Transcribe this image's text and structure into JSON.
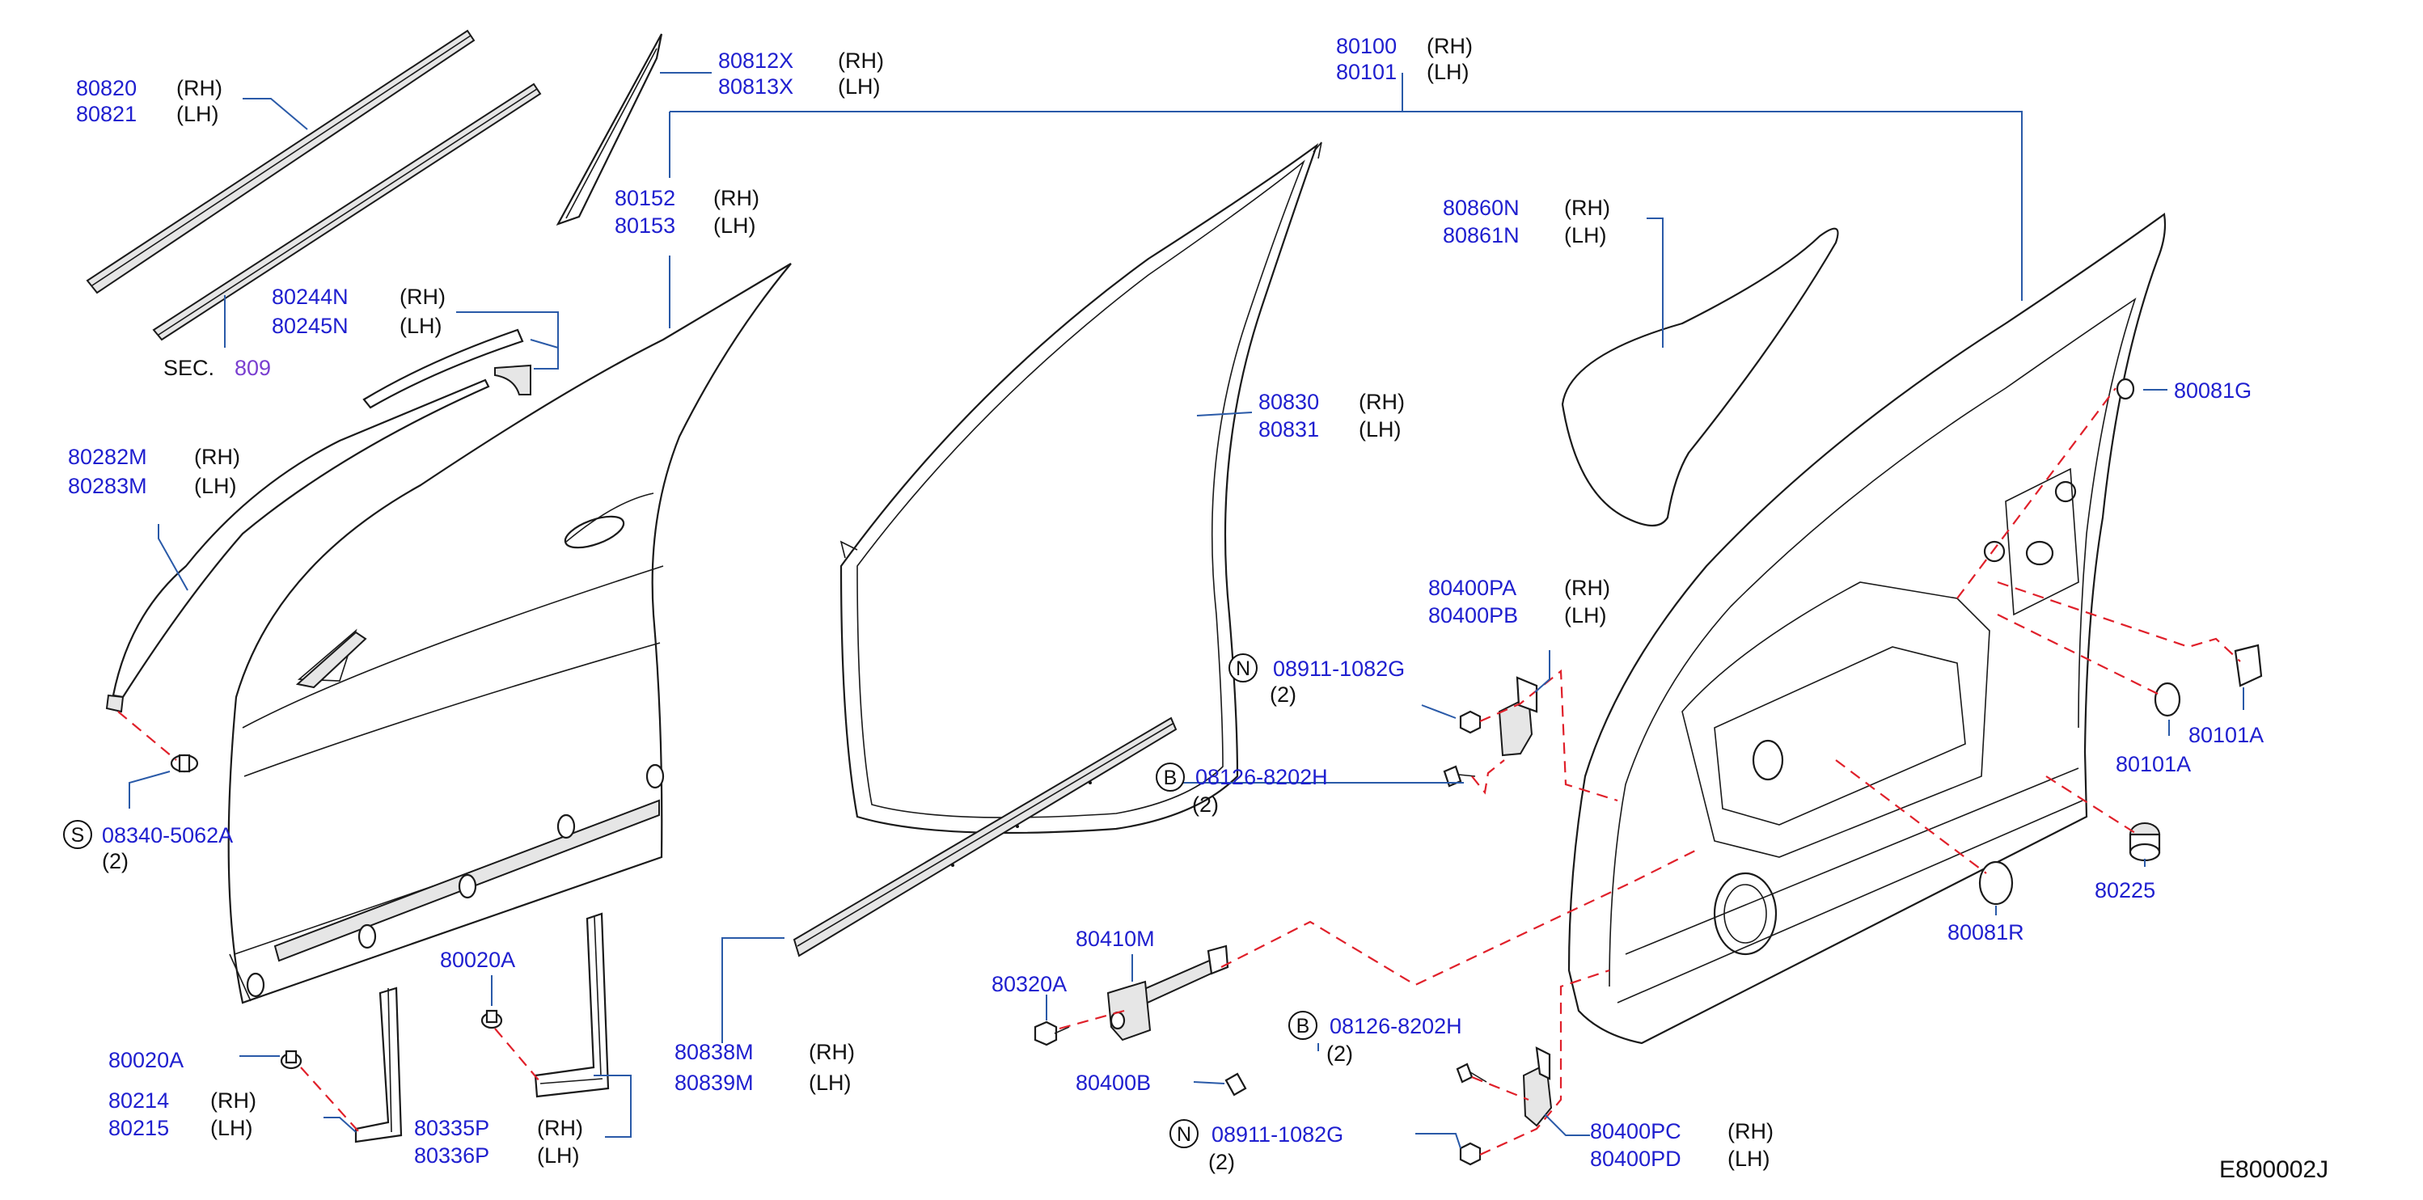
{
  "callouts": [
    {
      "id": "c1",
      "code": "80820",
      "side": "(RH)"
    },
    {
      "id": "c2",
      "code": "80821",
      "side": "(LH)"
    },
    {
      "id": "c3",
      "code": "80812X",
      "side": "(RH)"
    },
    {
      "id": "c4",
      "code": "80813X",
      "side": "(LH)"
    },
    {
      "id": "c5",
      "code": "80100",
      "side": "(RH)"
    },
    {
      "id": "c6",
      "code": "80101",
      "side": "(LH)"
    },
    {
      "id": "c7",
      "code": "80152",
      "side": "(RH)"
    },
    {
      "id": "c8",
      "code": "80153",
      "side": "(LH)"
    },
    {
      "id": "c9",
      "code": "80860N",
      "side": "(RH)"
    },
    {
      "id": "c10",
      "code": "80861N",
      "side": "(LH)"
    },
    {
      "id": "c11",
      "code": "80244N",
      "side": "(RH)"
    },
    {
      "id": "c12",
      "code": "80245N",
      "side": "(LH)"
    },
    {
      "id": "c13",
      "code": "80830",
      "side": "(RH)"
    },
    {
      "id": "c14",
      "code": "80831",
      "side": "(LH)"
    },
    {
      "id": "c15",
      "code": "80081G",
      "side": ""
    },
    {
      "id": "c16",
      "code": "80282M",
      "side": "(RH)"
    },
    {
      "id": "c17",
      "code": "80283M",
      "side": "(LH)"
    },
    {
      "id": "c18",
      "code": "80400PA",
      "side": "(RH)"
    },
    {
      "id": "c19",
      "code": "80400PB",
      "side": "(LH)"
    },
    {
      "id": "c20",
      "code": "08911-1082G",
      "side": "(2)",
      "badge": "N"
    },
    {
      "id": "c21",
      "code": "80101A",
      "side": ""
    },
    {
      "id": "c22",
      "code": "80101A",
      "side": ""
    },
    {
      "id": "c23",
      "code": "08126-8202H",
      "side": "(2)",
      "badge": "B"
    },
    {
      "id": "c24",
      "code": "08340-5062A",
      "side": "(2)",
      "badge": "S"
    },
    {
      "id": "c25",
      "code": "80225",
      "side": ""
    },
    {
      "id": "c26",
      "code": "80081R",
      "side": ""
    },
    {
      "id": "c27",
      "code": "80410M",
      "side": ""
    },
    {
      "id": "c28",
      "code": "80320A",
      "side": ""
    },
    {
      "id": "c29",
      "code": "80020A",
      "side": ""
    },
    {
      "id": "c30",
      "code": "80838M",
      "side": "(RH)"
    },
    {
      "id": "c31",
      "code": "80839M",
      "side": "(LH)"
    },
    {
      "id": "c32",
      "code": "08126-8202H",
      "side": "(2)",
      "badge": "B"
    },
    {
      "id": "c33",
      "code": "80020A",
      "side": ""
    },
    {
      "id": "c34",
      "code": "80214",
      "side": "(RH)"
    },
    {
      "id": "c35",
      "code": "80215",
      "side": "(LH)"
    },
    {
      "id": "c36",
      "code": "80400B",
      "side": ""
    },
    {
      "id": "c37",
      "code": "80335P",
      "side": "(RH)"
    },
    {
      "id": "c38",
      "code": "80336P",
      "side": "(LH)"
    },
    {
      "id": "c39",
      "code": "08911-1082G",
      "side": "(2)",
      "badge": "N"
    },
    {
      "id": "c40",
      "code": "80400PC",
      "side": "(RH)"
    },
    {
      "id": "c41",
      "code": "80400PD",
      "side": "(LH)"
    }
  ],
  "section_ref": {
    "prefix": "SEC.",
    "number": "809"
  },
  "figure_id": "E800002J",
  "colors": {
    "part_number": "#1f1fcf",
    "text": "#111111",
    "section_link": "#7a3fd0",
    "leader": "#2a5aa8",
    "dashed_guide": "#e0202a"
  }
}
